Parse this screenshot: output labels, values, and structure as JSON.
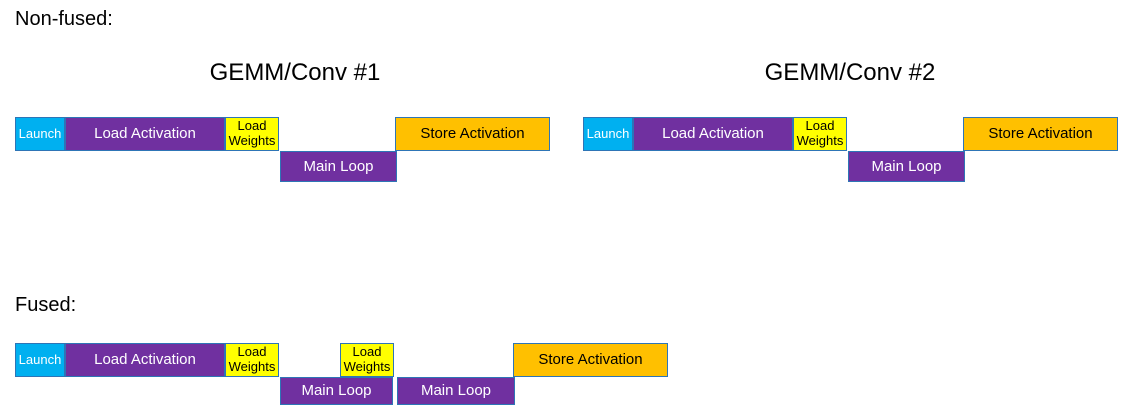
{
  "headings": {
    "non_fused": "Non-fused:",
    "fused": "Fused:"
  },
  "titles": {
    "gemm1": "GEMM/Conv #1",
    "gemm2": "GEMM/Conv #2"
  },
  "labels": {
    "launch": "Launch",
    "load_activation": "Load Activation",
    "load_weights": "Load Weights",
    "main_loop": "Main Loop",
    "store_activation": "Store Activation"
  },
  "colors": {
    "launch_fill": "#00b0f0",
    "purple_fill": "#7030a0",
    "weights_fill": "#ffff00",
    "store_fill": "#ffc000",
    "box_border": "#2e75b6",
    "text_on_dark": "#ffffff",
    "text_on_light": "#000000"
  }
}
